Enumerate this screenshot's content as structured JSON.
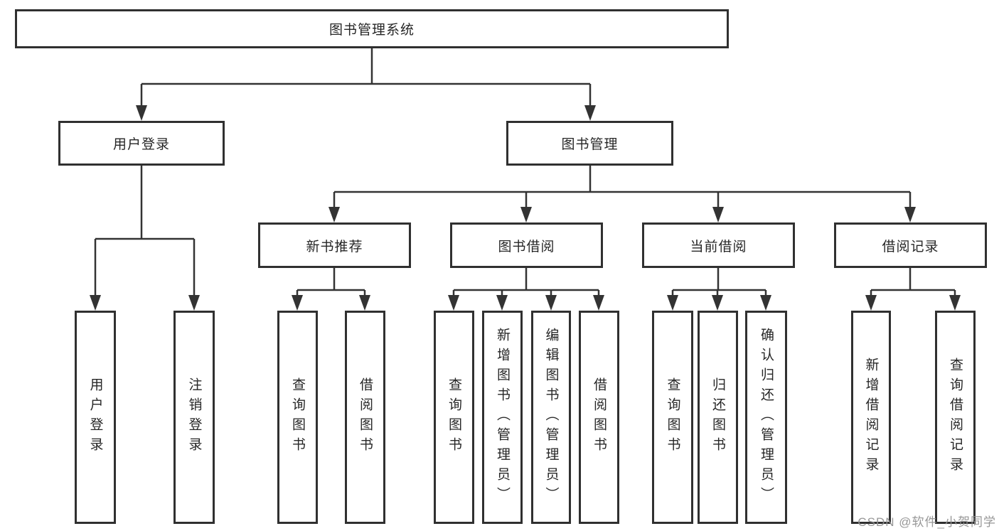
{
  "diagram": {
    "root": "图书管理系统",
    "branches": [
      {
        "label": "用户登录",
        "children": [
          "用户登录",
          "注销登录"
        ]
      },
      {
        "label": "图书管理",
        "sections": [
          {
            "label": "新书推荐",
            "children": [
              "查询图书",
              "借阅图书"
            ]
          },
          {
            "label": "图书借阅",
            "children": [
              "查询图书",
              "新增图书（管理员）",
              "编辑图书（管理员）",
              "借阅图书"
            ]
          },
          {
            "label": "当前借阅",
            "children": [
              "查询图书",
              "归还图书",
              "确认归还（管理员）"
            ]
          },
          {
            "label": "借阅记录",
            "children": [
              "新增借阅记录",
              "查询借阅记录"
            ]
          }
        ]
      }
    ]
  },
  "watermark": "CSDN @软件_小贺同学",
  "colors": {
    "line": "#333333",
    "box_border": "#303030",
    "text": "#262626",
    "watermark": "#919191",
    "background": "#ffffff"
  }
}
